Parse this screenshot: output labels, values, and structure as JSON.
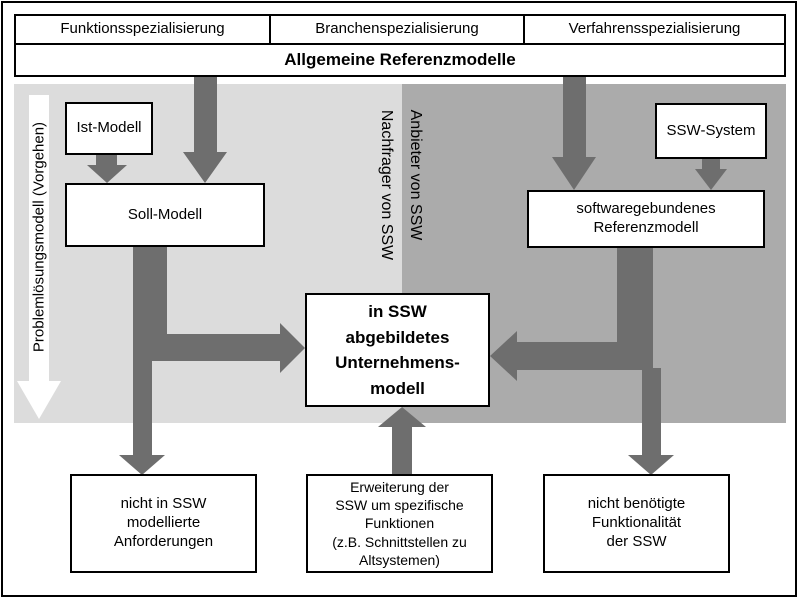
{
  "colors": {
    "panel_light": "#dcdcdc",
    "panel_dark": "#ababab",
    "arrow": "#6e6e6e"
  },
  "top_row": {
    "items": [
      {
        "label": "Funktionsspezialisierung"
      },
      {
        "label": "Branchenspezialisierung"
      },
      {
        "label": "Verfahrensspezialisierung"
      }
    ]
  },
  "banner": {
    "label": "Allgemeine Referenzmodelle"
  },
  "regions": {
    "nachfrager": {
      "label": "Nachfrager von SSW"
    },
    "anbieter": {
      "label": "Anbieter von SSW"
    }
  },
  "process_axis": {
    "label": "Problemlösungsmodell (Vorgehen)"
  },
  "nodes": {
    "ist_modell": {
      "label": "Ist-Modell"
    },
    "soll_modell": {
      "label": "Soll-Modell"
    },
    "ssw_system": {
      "label": "SSW-System"
    },
    "sw_referenzmodell": {
      "label": "softwaregebundenes\nReferenzmodell"
    },
    "unternehmensmodell": {
      "label": "in SSW\nabgebildetes\nUnternehmens-\nmodell"
    },
    "anforderungen": {
      "label": "nicht in SSW\nmodellierte\nAnforderungen"
    },
    "erweiterung": {
      "label": "Erweiterung der\nSSW um spezifische\nFunktionen\n(z.B. Schnittstellen zu\nAltsystemen)"
    },
    "funktionalitaet": {
      "label": "nicht benötigte\nFunktionalität\nder SSW"
    }
  }
}
